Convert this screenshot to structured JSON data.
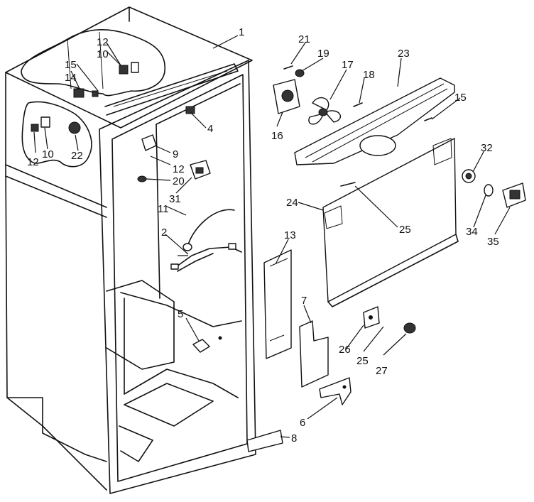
{
  "diagram": {
    "callouts": [
      {
        "id": "c1",
        "label": "1"
      },
      {
        "id": "c2",
        "label": "2"
      },
      {
        "id": "c4",
        "label": "4"
      },
      {
        "id": "c5",
        "label": "5"
      },
      {
        "id": "c6",
        "label": "6"
      },
      {
        "id": "c7",
        "label": "7"
      },
      {
        "id": "c8",
        "label": "8"
      },
      {
        "id": "c9",
        "label": "9"
      },
      {
        "id": "c10a",
        "label": "10"
      },
      {
        "id": "c10b",
        "label": "10"
      },
      {
        "id": "c11",
        "label": "11"
      },
      {
        "id": "c12a",
        "label": "12"
      },
      {
        "id": "c12b",
        "label": "12"
      },
      {
        "id": "c12c",
        "label": "12"
      },
      {
        "id": "c13",
        "label": "13"
      },
      {
        "id": "c14",
        "label": "14"
      },
      {
        "id": "c15a",
        "label": "15"
      },
      {
        "id": "c15b",
        "label": "15"
      },
      {
        "id": "c16",
        "label": "16"
      },
      {
        "id": "c17",
        "label": "17"
      },
      {
        "id": "c18",
        "label": "18"
      },
      {
        "id": "c19",
        "label": "19"
      },
      {
        "id": "c20",
        "label": "20"
      },
      {
        "id": "c21",
        "label": "21"
      },
      {
        "id": "c22",
        "label": "22"
      },
      {
        "id": "c23",
        "label": "23"
      },
      {
        "id": "c24",
        "label": "24"
      },
      {
        "id": "c25a",
        "label": "25"
      },
      {
        "id": "c25b",
        "label": "25"
      },
      {
        "id": "c26",
        "label": "26"
      },
      {
        "id": "c27",
        "label": "27"
      },
      {
        "id": "c31",
        "label": "31"
      },
      {
        "id": "c32",
        "label": "32"
      },
      {
        "id": "c34",
        "label": "34"
      },
      {
        "id": "c35",
        "label": "35"
      }
    ]
  }
}
